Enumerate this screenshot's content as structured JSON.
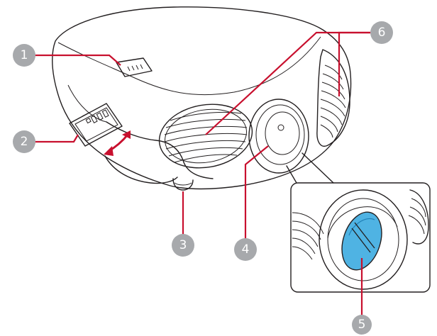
{
  "colors": {
    "callout_fill": "#a7a9ac",
    "callout_text": "#ffffff",
    "leader_line": "#c8102e",
    "outline": "#231f20",
    "lens_cover": "#4fb3e3",
    "lens_cover_dark": "#1f7fb6"
  },
  "callouts": {
    "c1": "1",
    "c2": "2",
    "c3": "3",
    "c4": "4",
    "c5": "5",
    "c6": "6"
  },
  "icons": {
    "rotate_arrow": "curved-double-arrow-icon"
  }
}
